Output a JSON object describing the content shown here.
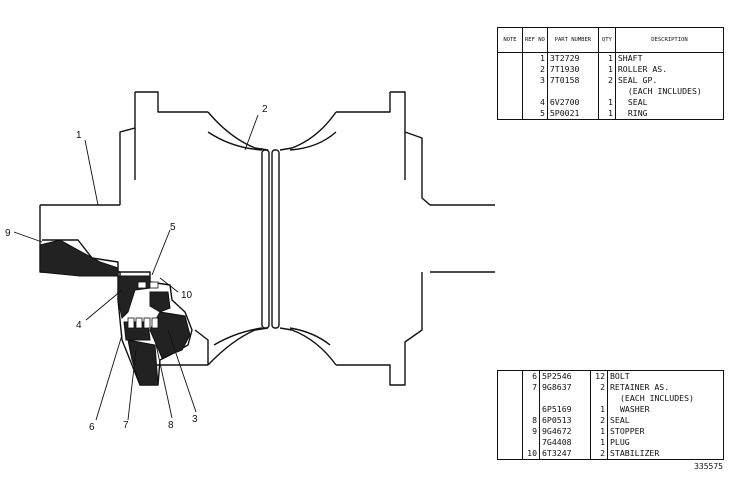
{
  "table_top": {
    "headers": {
      "note": "NOTE",
      "ref": "REF NO",
      "part": "PART NUMBER",
      "qty": "QTY",
      "desc": "DESCRIPTION"
    },
    "rows": [
      {
        "ref": "1",
        "part": "3T2729",
        "qty": "1",
        "desc": "SHAFT",
        "indent": false
      },
      {
        "ref": "2",
        "part": "7T1930",
        "qty": "1",
        "desc": "ROLLER AS.",
        "indent": false
      },
      {
        "ref": "3",
        "part": "7T0158",
        "qty": "2",
        "desc": "SEAL GP.",
        "indent": false
      },
      {
        "ref": "",
        "part": "",
        "qty": "",
        "desc": "(EACH INCLUDES)",
        "indent": true
      },
      {
        "ref": "4",
        "part": "6V2700",
        "qty": "1",
        "desc": "SEAL",
        "indent": true
      },
      {
        "ref": "5",
        "part": "5P0021",
        "qty": "1",
        "desc": "RING",
        "indent": true
      }
    ]
  },
  "table_bottom": {
    "rows": [
      {
        "ref": "6",
        "part": "5P2546",
        "qty": "12",
        "desc": "BOLT",
        "indent": false
      },
      {
        "ref": "7",
        "part": "9G8637",
        "qty": "2",
        "desc": "RETAINER AS.",
        "indent": false
      },
      {
        "ref": "",
        "part": "",
        "qty": "",
        "desc": "(EACH INCLUDES)",
        "indent": true
      },
      {
        "ref": "",
        "part": "6P5169",
        "qty": "1",
        "desc": "WASHER",
        "indent": true
      },
      {
        "ref": "8",
        "part": "6P0513",
        "qty": "2",
        "desc": "SEAL",
        "indent": false
      },
      {
        "ref": "9",
        "part": "9G4672",
        "qty": "1",
        "desc": "STOPPER",
        "indent": false
      },
      {
        "ref": "",
        "part": "7G4408",
        "qty": "1",
        "desc": "PLUG",
        "indent": false
      },
      {
        "ref": "10",
        "part": "6T3247",
        "qty": "2",
        "desc": "STABILIZER",
        "indent": false
      }
    ]
  },
  "callouts": [
    "1",
    "2",
    "3",
    "4",
    "5",
    "6",
    "7",
    "8",
    "9",
    "10"
  ],
  "drawing_number": "335575"
}
